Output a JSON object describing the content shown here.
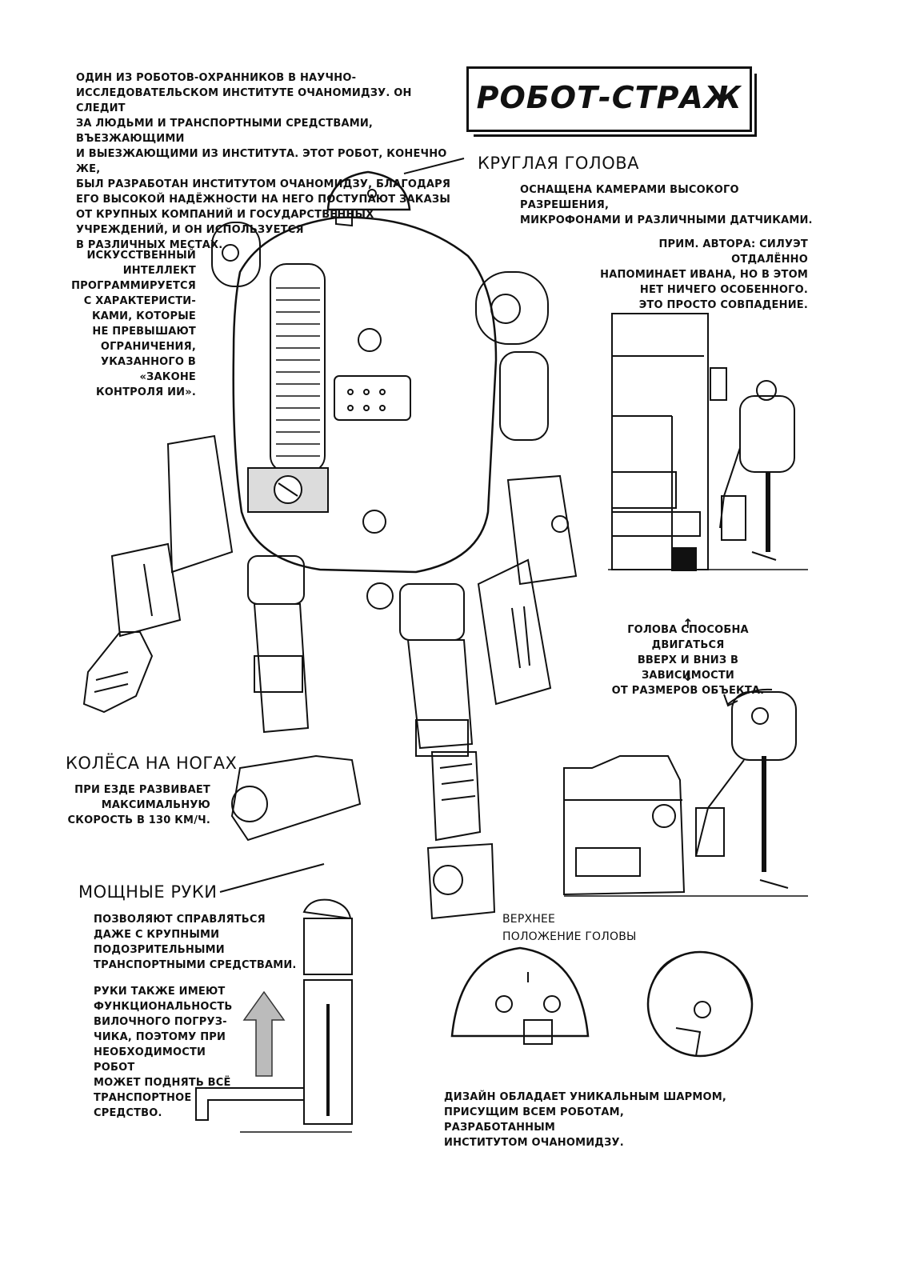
{
  "title": "РОБОТ-СТРАЖ",
  "intro": "ОДИН ИЗ РОБОТОВ-ОХРАННИКОВ В НАУЧНО-\nИССЛЕДОВАТЕЛЬСКОМ ИНСТИТУТЕ ОЧАНОМИДЗУ. ОН СЛЕДИТ\nЗА ЛЮДЬМИ И ТРАНСПОРТНЫМИ СРЕДСТВАМИ, ВЪЕЗЖАЮЩИМИ\nИ ВЫЕЗЖАЮЩИМИ ИЗ ИНСТИТУТА. ЭТОТ РОБОТ, КОНЕЧНО ЖЕ,\nБЫЛ РАЗРАБОТАН ИНСТИТУТОМ ОЧАНОМИДЗУ, БЛАГОДАРЯ\nЕГО ВЫСОКОЙ НАДЁЖНОСТИ НА НЕГО ПОСТУПАЮТ ЗАКАЗЫ\nОТ КРУПНЫХ КОМПАНИЙ И ГОСУДАРСТВЕННЫХ\nУЧРЕЖДЕНИЙ, И ОН ИСПОЛЬЗУЕТСЯ\nВ РАЗЛИЧНЫХ МЕСТАХ.",
  "head": {
    "heading": "КРУГЛАЯ ГОЛОВА",
    "text": "ОСНАЩЕНА КАМЕРАМИ ВЫСОКОГО РАЗРЕШЕНИЯ,\nМИКРОФОНАМИ И РАЗЛИЧНЫМИ ДАТЧИКАМИ."
  },
  "ai_note": "ИСКУССТВЕННЫЙ\nИНТЕЛЛЕКТ\nПРОГРАММИРУЕТСЯ\nС ХАРАКТЕРИСТИ-\nКАМИ, КОТОРЫЕ\nНЕ ПРЕВЫШАЮТ\nОГРАНИЧЕНИЯ,\nУКАЗАННОГО В\n«ЗАКОНЕ\nКОНТРОЛЯ ИИ».",
  "author_note": "ПРИМ. АВТОРА: СИЛУЭТ ОТДАЛЁННО\nНАПОМИНАЕТ ИВАНА, НО В ЭТОМ\nНЕТ НИЧЕГО ОСОБЕННОГО.\nЭТО ПРОСТО СОВПАДЕНИЕ.",
  "head_movement": {
    "arrow_up": "↑",
    "text": "ГОЛОВА СПОСОБНА ДВИГАТЬСЯ\nВВЕРХ И ВНИЗ В ЗАВИСИМОСТИ\nОТ РАЗМЕРОВ ОБЪЕКТА.",
    "arrow_down": "↓"
  },
  "wheels": {
    "heading": "КОЛЁСА НА НОГАХ",
    "text": "ПРИ ЕЗДЕ РАЗВИВАЕТ\nМАКСИМАЛЬНУЮ\nСКОРОСТЬ В 130 КМ/Ч."
  },
  "arms": {
    "heading": "МОЩНЫЕ РУКИ",
    "text1": "ПОЗВОЛЯЮТ СПРАВЛЯТЬСЯ\nДАЖЕ С КРУПНЫМИ\nПОДОЗРИТЕЛЬНЫМИ\nТРАНСПОРТНЫМИ СРЕДСТВАМИ.",
    "text2": "РУКИ ТАКЖЕ ИМЕЮТ\nФУНКЦИОНАЛЬНОСТЬ\nВИЛОЧНОГО ПОГРУЗ-\nЧИКА, ПОЭТОМУ ПРИ\nНЕОБХОДИМОСТИ РОБОТ\nМОЖЕТ ПОДНЯТЬ ВСЁ\nТРАНСПОРТНОЕ\nСРЕДСТВО."
  },
  "upper_head": "ВЕРХНЕЕ\nПОЛОЖЕНИЕ ГОЛОВЫ",
  "design_note": "ДИЗАЙН ОБЛАДАЕТ УНИКАЛЬНЫМ ШАРМОМ,\nПРИСУЩИМ ВСЕМ РОБОТАМ, РАЗРАБОТАННЫМ\nИНСТИТУТОМ ОЧАНОМИДЗУ.",
  "colors": {
    "ink": "#111111",
    "paper": "#ffffff",
    "panel": "#dcdcdc",
    "arrow": "#bbbbbb"
  }
}
